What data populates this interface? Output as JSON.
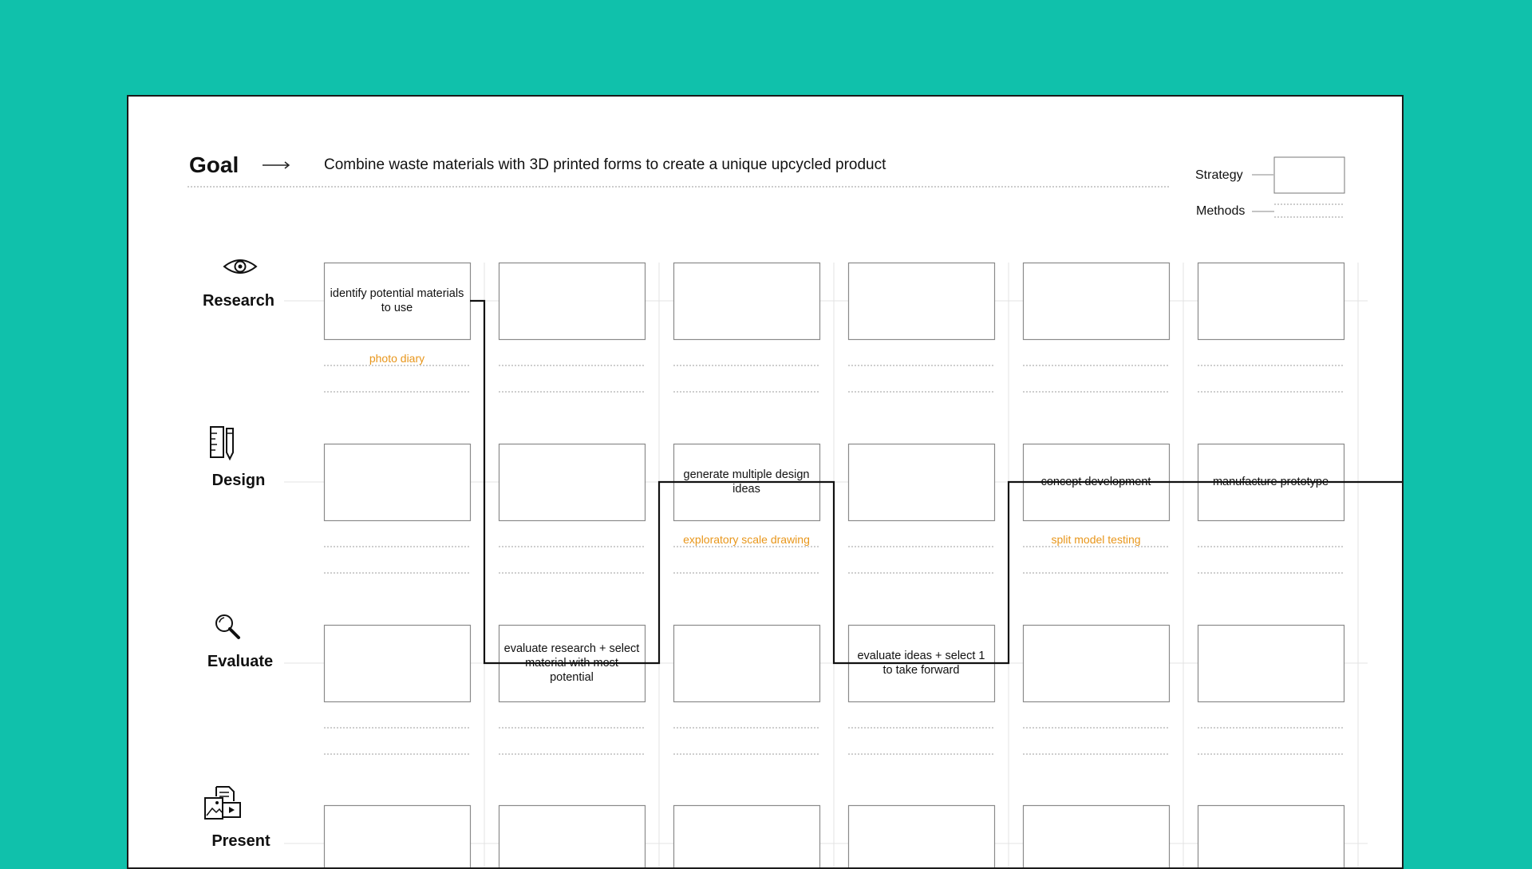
{
  "goal": {
    "label": "Goal",
    "arrow_icon": "right-arrow-icon",
    "text": "Combine waste materials with 3D printed forms to create a unique upcycled product"
  },
  "legend": {
    "strategy_label": "Strategy",
    "methods_label": "Methods"
  },
  "colors": {
    "background": "#10c1ab",
    "method_text": "#e8961b",
    "line": "#111111",
    "box_border": "#8a8a8a"
  },
  "stages": [
    {
      "label": "Research",
      "icon": "eye-icon"
    },
    {
      "label": "Design",
      "icon": "ruler-pencil-icon"
    },
    {
      "label": "Evaluate",
      "icon": "magnifier-icon"
    },
    {
      "label": "Present",
      "icon": "document-media-icon"
    }
  ],
  "grid": {
    "rows": [
      [
        "identify potential materials to use",
        "",
        "",
        "",
        "",
        ""
      ],
      [
        "",
        "",
        "generate multiple design ideas",
        "",
        "concept development",
        "manufacture prototype"
      ],
      [
        "",
        "evaluate research + select material with most potential",
        "",
        "evaluate ideas + select 1 to take forward",
        "",
        ""
      ],
      [
        "",
        "",
        "",
        "",
        "",
        ""
      ]
    ],
    "methods": [
      [
        "photo diary",
        "",
        "",
        "",
        "",
        ""
      ],
      [
        "",
        "",
        "exploratory scale drawing",
        "",
        "split model testing",
        ""
      ],
      [
        "",
        "",
        "",
        "",
        "",
        ""
      ]
    ]
  },
  "path": [
    {
      "row": 0,
      "col": 0
    },
    {
      "row": 2,
      "col": 1
    },
    {
      "row": 1,
      "col": 2
    },
    {
      "row": 2,
      "col": 3
    },
    {
      "row": 1,
      "col": 4
    },
    {
      "row": 1,
      "col": 5
    }
  ]
}
